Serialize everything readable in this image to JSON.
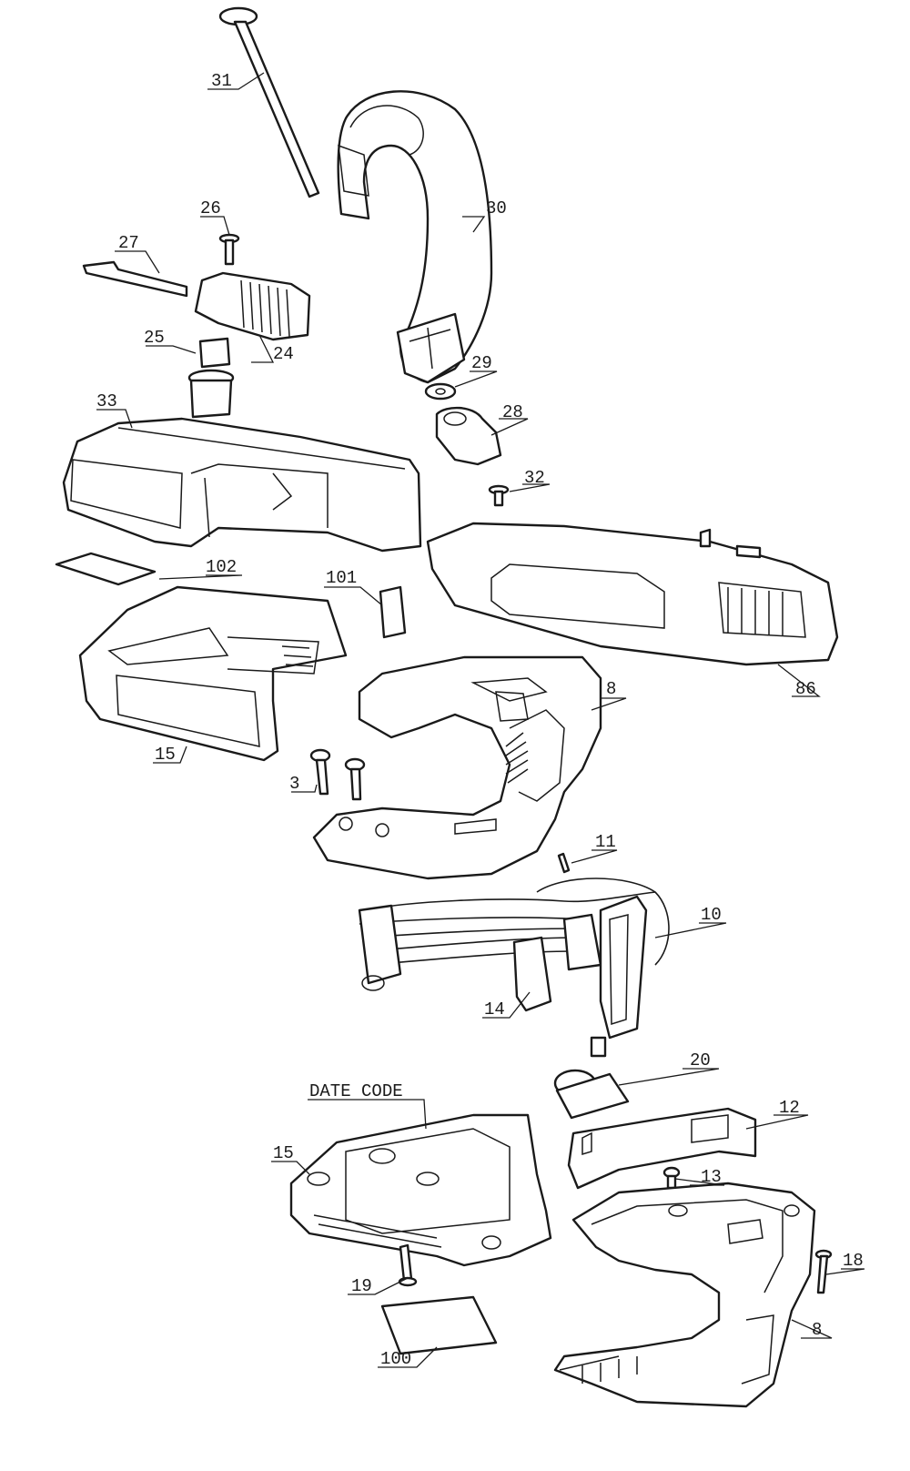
{
  "callouts": {
    "c31": "31",
    "c30": "30",
    "c26": "26",
    "c27": "27",
    "c25": "25",
    "c24": "24",
    "c29": "29",
    "c33": "33",
    "c28": "28",
    "c32": "32",
    "c102": "102",
    "c101": "101",
    "c86": "86",
    "c8a": "8",
    "c15a": "15",
    "c3": "3",
    "c11": "11",
    "c10": "10",
    "c14": "14",
    "c20": "20",
    "c12": "12",
    "c13": "13",
    "c15b": "15",
    "c18": "18",
    "c19": "19",
    "c8b": "8",
    "c100": "100",
    "date_code": "DATE CODE"
  }
}
